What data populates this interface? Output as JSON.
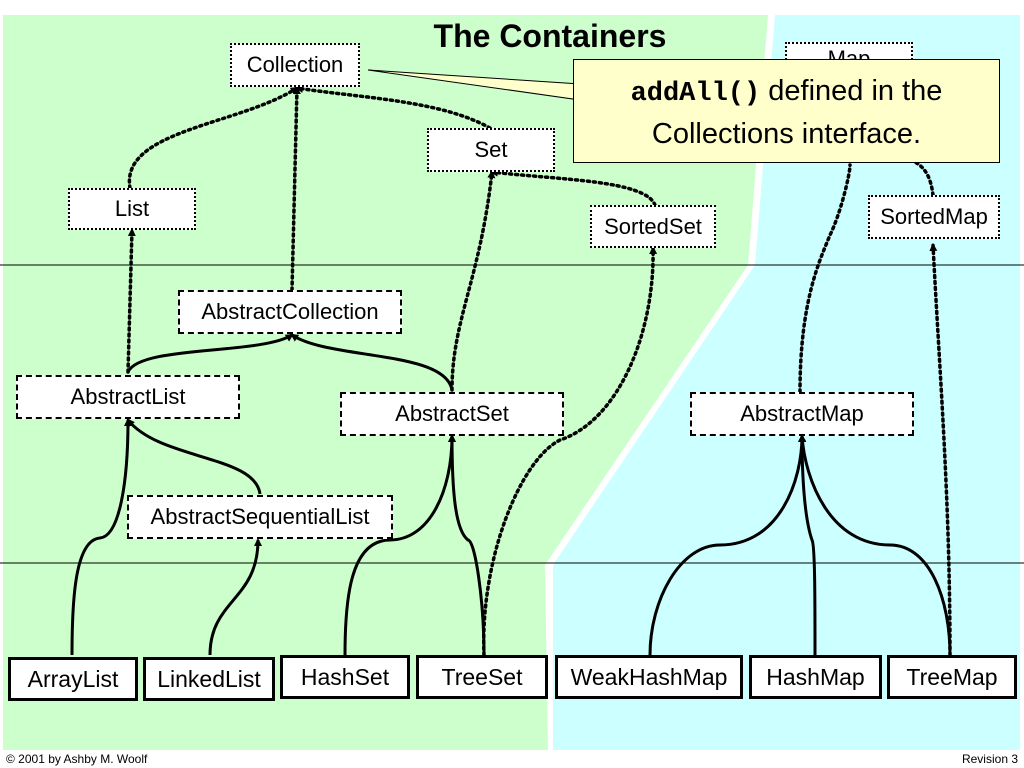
{
  "title": "The Containers",
  "callout": {
    "code": "addAll()",
    "text": " defined in the Collections interface."
  },
  "nodes": {
    "collection": "Collection",
    "map": "Map",
    "set": "Set",
    "list": "List",
    "sortedset": "SortedSet",
    "sortedmap": "SortedMap",
    "abstractcollection": "AbstractCollection",
    "abstractlist": "AbstractList",
    "abstractset": "AbstractSet",
    "abstractmap": "AbstractMap",
    "abstractsequentiallist": "AbstractSequentialList",
    "arraylist": "ArrayList",
    "linkedlist": "LinkedList",
    "hashset": "HashSet",
    "treeset": "TreeSet",
    "weakhashmap": "WeakHashMap",
    "hashmap": "HashMap",
    "treemap": "TreeMap"
  },
  "footer": {
    "copyright": "© 2001 by Ashby M. Woolf",
    "revision": "Revision 3"
  },
  "colors": {
    "collection_region": "#ccffcc",
    "map_region": "#ccffff",
    "callout_bg": "#ffffcc"
  }
}
